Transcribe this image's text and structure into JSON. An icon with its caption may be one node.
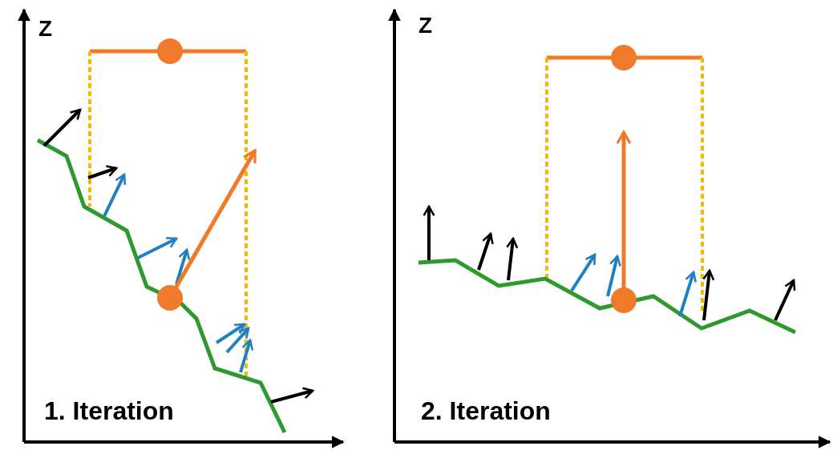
{
  "diagram": {
    "labels": [
      "Z",
      "Z",
      "1. Iteration",
      "2. Iteration"
    ]
  }
}
